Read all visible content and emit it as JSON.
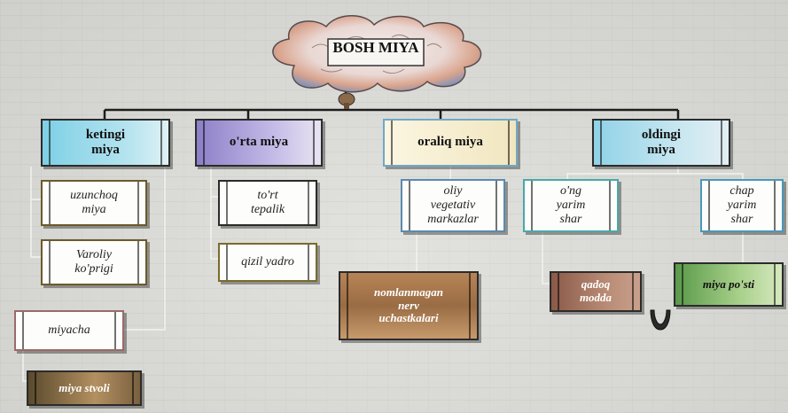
{
  "root": {
    "label": "BOSH MIYA"
  },
  "level1": {
    "ketingi": "ketingi\nmiya",
    "orta": "o'rta miya",
    "oraliq": "oraliq miya",
    "oldingi": "oldingi\nmiya"
  },
  "ketingi_children": {
    "uzunchoq": "uzunchoq\nmiya",
    "varoliy": "Varoliy\nko'prigi",
    "miyacha": "miyacha",
    "miya_stvoli": "miya stvoli"
  },
  "orta_children": {
    "tort_tepalik": "to'rt\ntepalik",
    "qizil_yadro": "qizil yadro"
  },
  "oraliq_children": {
    "oliy_markazlar": "oliy\nvegetativ\nmarkazlar",
    "nomlanmagan": "nomlanmagan\nnerv\nuchastkalari"
  },
  "oldingi_children": {
    "ong_yarim_shar": "o'ng\nyarim\nshar",
    "chap_yarim_shar": "chap\nyarim\nshar",
    "qadoq_modda": "qadoq\nmodda",
    "miya_posti": "miya po'sti"
  }
}
